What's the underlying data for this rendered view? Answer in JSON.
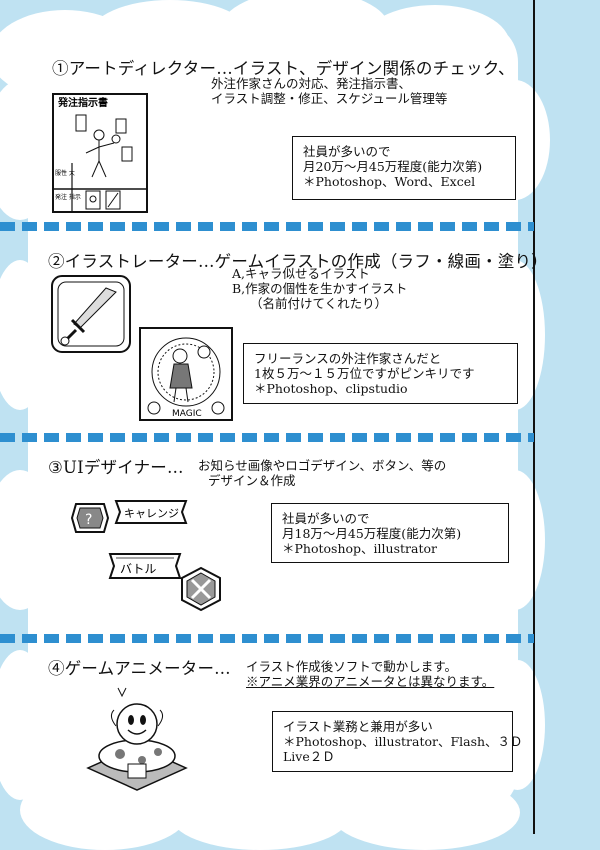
{
  "sections": [
    {
      "title": "①アートディレクター…イラスト、デザイン関係のチェック、",
      "desc": [
        "外注作家さんの対応、発注指示書、",
        "イラスト調整・修正、スケジュール管理等"
      ],
      "box": [
        "社員が多いので",
        "月20万～月45万程度(能力次第)",
        "＊Photoshop、Word、Excel"
      ],
      "sketch_labels": {
        "sheet_title": "発注指示書",
        "side_a": "服性 大",
        "side_b": "発注 指示"
      }
    },
    {
      "title": "②イラストレーター…ゲームイラストの作成（ラフ・線画・塗り）",
      "desc": [
        "A,キャラ似せるイラスト",
        "B,作家の個性を生かすイラスト",
        "（名前付けてくれたり）"
      ],
      "box": [
        "フリーランスの外注作家さんだと",
        "1枚５万～１５万位ですがピンキリです",
        "＊Photoshop、clipstudio"
      ],
      "sketch_labels": {
        "card_caption": "MAGIC"
      }
    },
    {
      "title": "③UIデザイナー…",
      "desc": [
        "お知らせ画像やロゴデザイン、ボタン、等の",
        "デザイン＆作成"
      ],
      "box": [
        "社員が多いので",
        "月18万～月45万程度(能力次第)",
        "＊Photoshop、illustrator"
      ],
      "sketch_labels": {
        "challenge_button": "キャレンジ",
        "battle_button": "バトル",
        "question_mark": "?"
      }
    },
    {
      "title": "④ゲームアニメーター…",
      "desc": [
        "イラスト作成後ソフトで動かします。",
        "※アニメ業界のアニメータとは異なります。"
      ],
      "box": [
        "イラスト業務と兼用が多い",
        "＊Photoshop、illustrator、Flash、３Ｄ",
        "Live２Ｄ"
      ]
    }
  ]
}
